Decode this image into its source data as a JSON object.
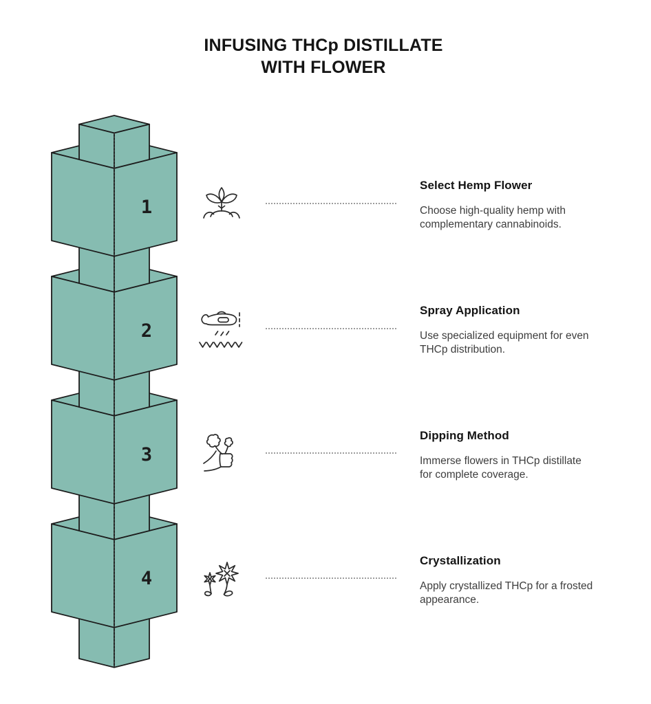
{
  "title": [
    "INFUSING THCp DISTILLATE",
    "WITH FLOWER"
  ],
  "colors": {
    "cube_fill": "#86bcb1",
    "cube_outline": "#1c1c1c",
    "leader_dots": "#9c9c9c",
    "heading_text": "#141414",
    "body_text": "#3d3d3d",
    "number_text": "#1c1c1c"
  },
  "steps": [
    {
      "number": "1",
      "icon": "seedling-icon",
      "heading": "Select Hemp Flower",
      "description": [
        "Choose high-quality hemp with",
        "complementary cannabinoids."
      ]
    },
    {
      "number": "2",
      "icon": "crop-duster-plane-icon",
      "heading": "Spray Application",
      "description": [
        "Use specialized equipment for even",
        "THCp distribution."
      ]
    },
    {
      "number": "3",
      "icon": "hand-holding-flowers-icon",
      "heading": "Dipping Method",
      "description": [
        "Immerse flowers in THCp distillate",
        "for complete coverage."
      ]
    },
    {
      "number": "4",
      "icon": "crystal-flowers-icon",
      "heading": "Crystallization",
      "description": [
        "Apply crystallized THCp for a frosted",
        "appearance."
      ]
    }
  ]
}
